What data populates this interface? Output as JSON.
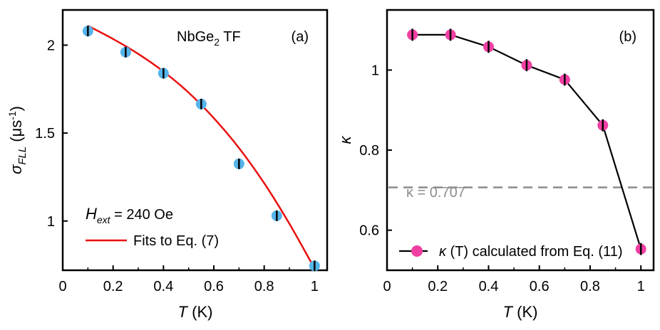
{
  "chart_data": [
    {
      "type": "scatter",
      "panel_label": "(a)",
      "sample_label": "NbGe",
      "sample_label_sub": "2",
      "sample_label_suffix": " TF",
      "xlabel": "T",
      "xlabel_unit": " (K)",
      "ylabel_symbol": "σ",
      "ylabel_sub": "FLL",
      "ylabel_unit_pre": " (μs",
      "ylabel_unit_sup": "-1",
      "ylabel_unit_post": ")",
      "xlim": [
        0,
        1.05
      ],
      "ylim": [
        0.72,
        2.2
      ],
      "xticks": [
        "0",
        "0.2",
        "0.4",
        "0.6",
        "0.8",
        "1"
      ],
      "yticks": [
        "1",
        "1.5",
        "2"
      ],
      "grid": false,
      "legend_placement": "bottom-left",
      "legend_field_symbol": "H",
      "legend_field_sub": "ext",
      "legend_field_value": " = 240 Oe",
      "series": [
        {
          "kind": "points",
          "color": "#55b4ea",
          "x": [
            0.1,
            0.25,
            0.4,
            0.55,
            0.7,
            0.85,
            1.0
          ],
          "y": [
            2.08,
            1.96,
            1.84,
            1.665,
            1.325,
            1.03,
            0.745
          ],
          "yerr": [
            0.03,
            0.03,
            0.03,
            0.03,
            0.03,
            0.03,
            0.03
          ]
        },
        {
          "kind": "line",
          "name": "Fits to Eq. (7)",
          "color": "#e8100f",
          "x": [
            0.1,
            0.2,
            0.3,
            0.4,
            0.5,
            0.6,
            0.7,
            0.8,
            0.9,
            1.0
          ],
          "y": [
            2.11,
            2.035,
            1.95,
            1.85,
            1.73,
            1.585,
            1.415,
            1.215,
            0.985,
            0.73
          ]
        }
      ]
    },
    {
      "type": "line",
      "panel_label": "(b)",
      "xlabel": "T",
      "xlabel_unit": " (K)",
      "ylabel": "κ",
      "xlim": [
        0,
        1.05
      ],
      "ylim": [
        0.5,
        1.15
      ],
      "xticks": [
        "0",
        "0.2",
        "0.4",
        "0.6",
        "0.8",
        "1"
      ],
      "yticks": [
        "0.6",
        "0.8",
        "1"
      ],
      "grid": false,
      "legend_placement": "bottom-right",
      "reference_line": {
        "y": 0.707,
        "label": "κ = 0.707",
        "color": "#8c8c8c",
        "style": "dashed"
      },
      "series": [
        {
          "name_symbol": "κ",
          "name_arg": " (T)",
          "name": " calculated from Eq. (11)",
          "color": "#f03fa2",
          "x": [
            0.1,
            0.25,
            0.4,
            0.55,
            0.7,
            0.85,
            1.0
          ],
          "y": [
            1.088,
            1.088,
            1.058,
            1.012,
            0.976,
            0.862,
            0.553
          ],
          "yerr": [
            0.015,
            0.015,
            0.015,
            0.015,
            0.015,
            0.015,
            0.015
          ]
        }
      ]
    }
  ]
}
